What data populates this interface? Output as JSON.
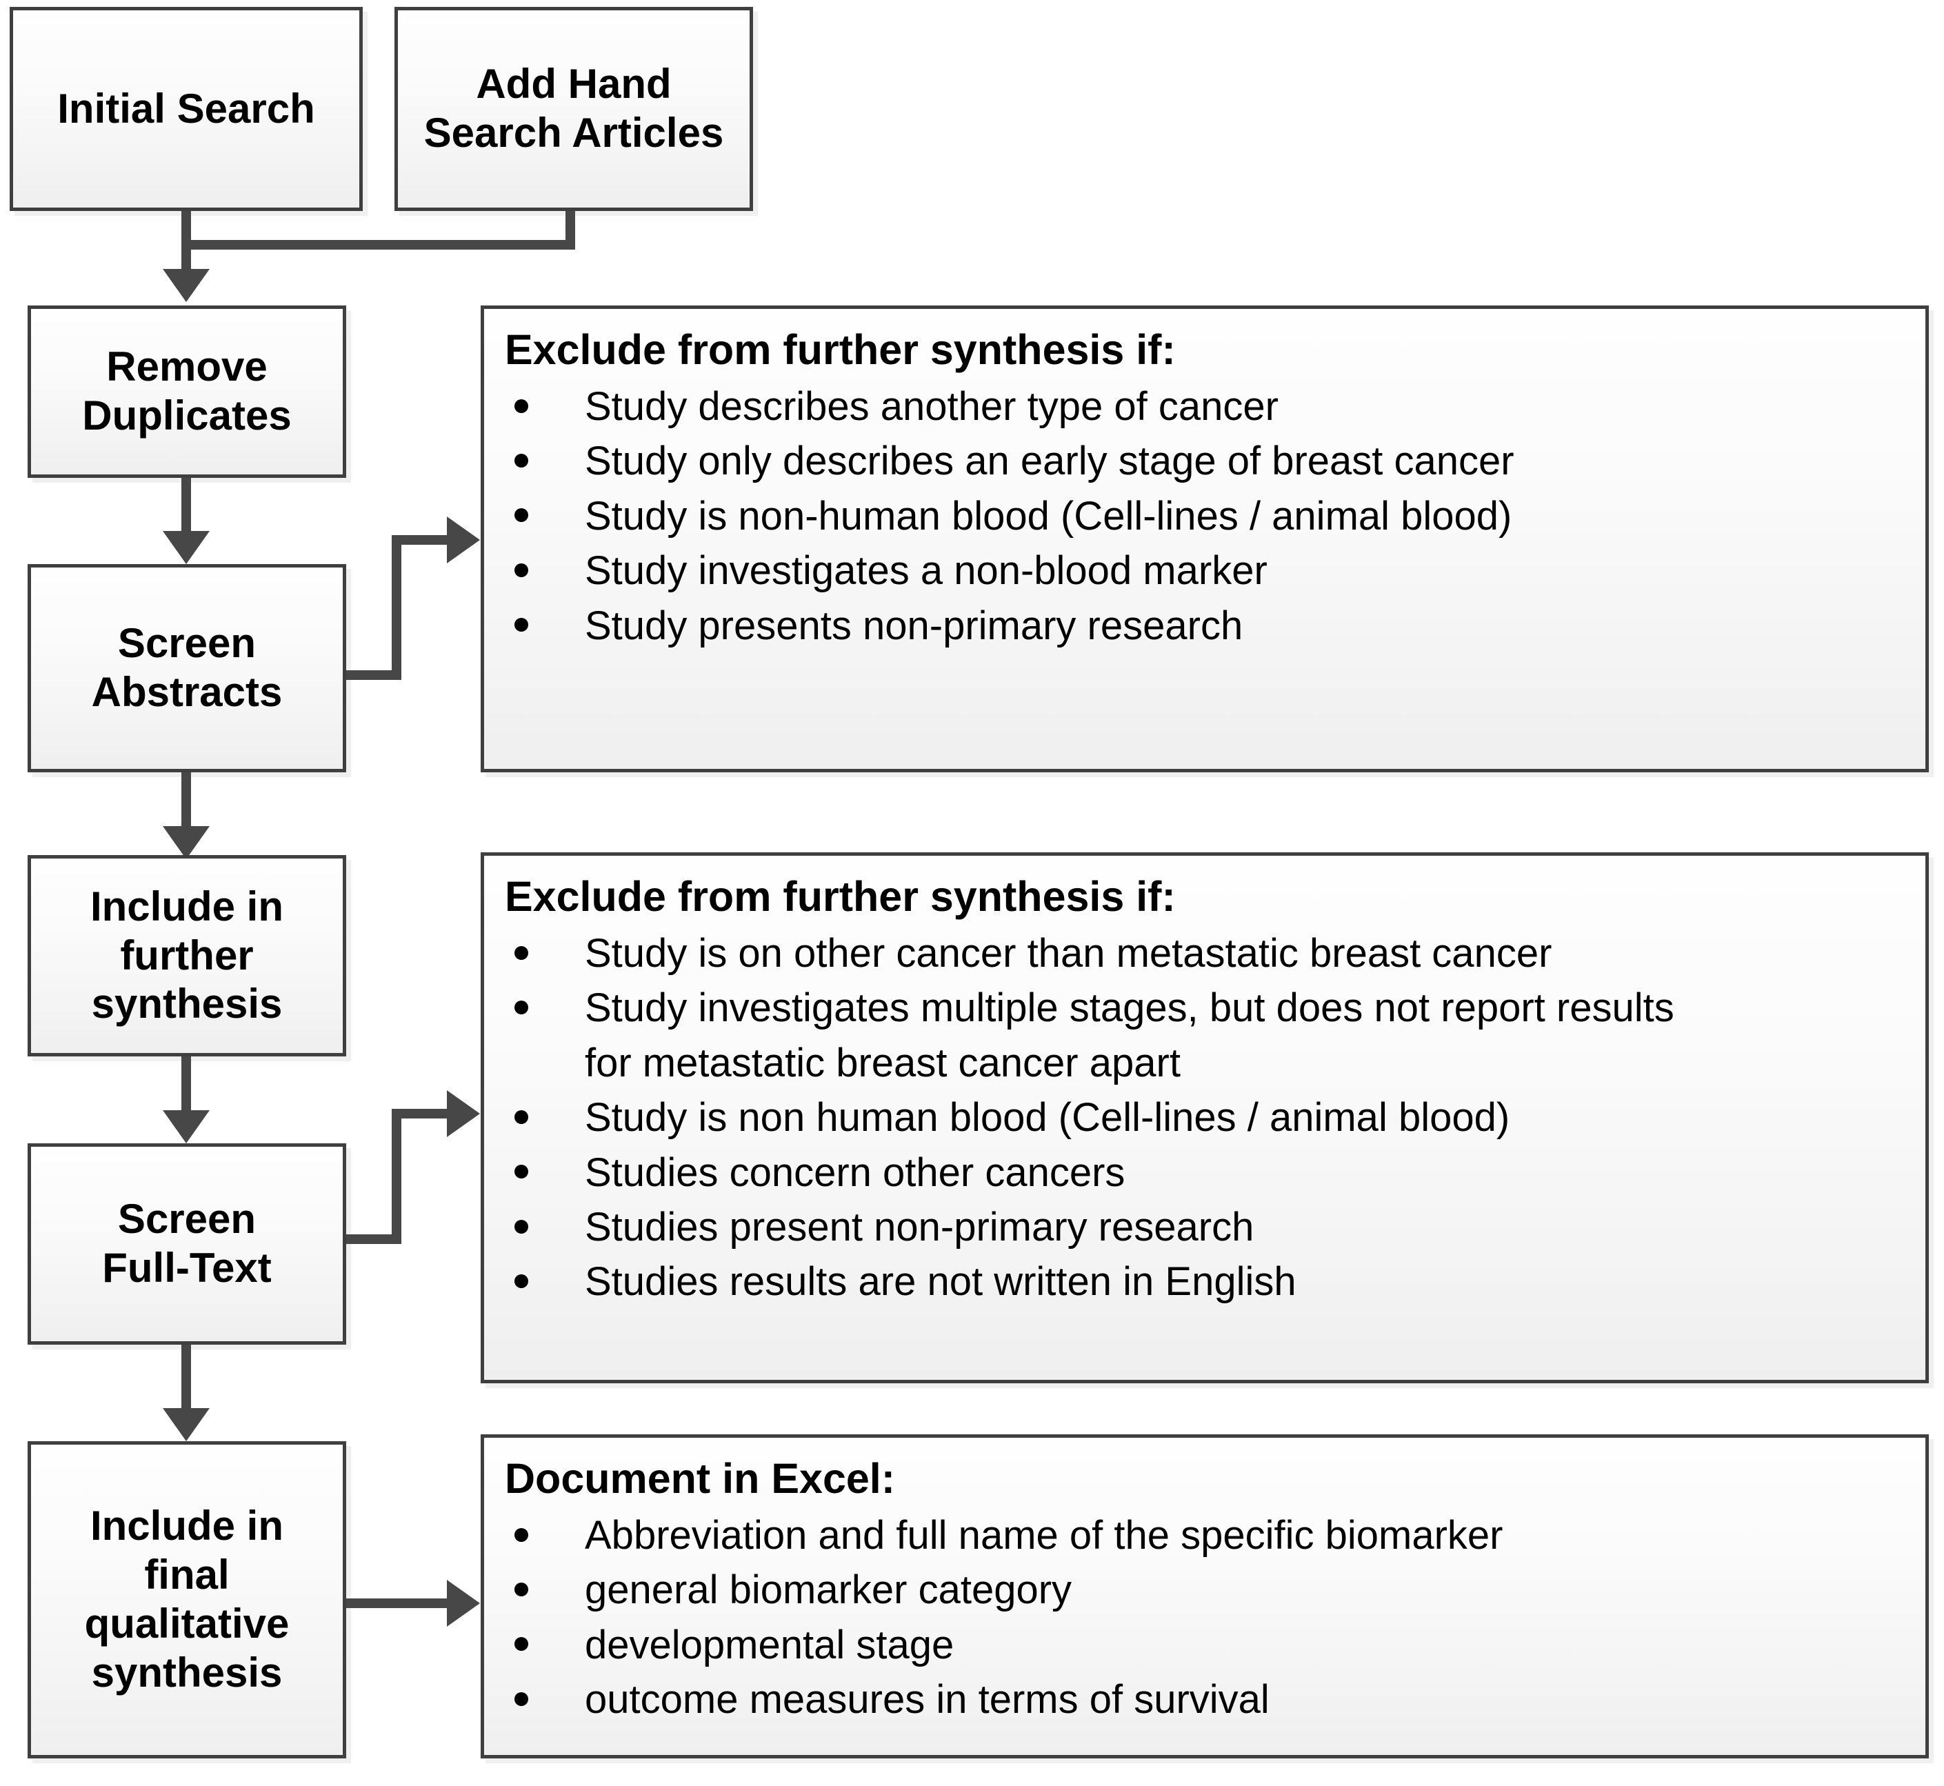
{
  "diagram": {
    "title": "Systematic review screening flowchart",
    "accent_color": "#474747",
    "box_border_color": "#3f3f3f",
    "box_fill_top": "#fefefe",
    "box_fill_bottom": "#efefef"
  },
  "process_nodes": [
    {
      "id": "initial-search",
      "label": "Initial Search"
    },
    {
      "id": "add-hand-search",
      "label": "Add Hand\nSearch Articles"
    },
    {
      "id": "remove-duplicates",
      "label": "Remove\nDuplicates"
    },
    {
      "id": "screen-abstracts",
      "label": "Screen\nAbstracts"
    },
    {
      "id": "include-further",
      "label": "Include in\nfurther\nsynthesis"
    },
    {
      "id": "screen-full-text",
      "label": "Screen\nFull-Text"
    },
    {
      "id": "include-final",
      "label": "Include in\nfinal\nqualitative\nsynthesis"
    }
  ],
  "panels": [
    {
      "id": "exclude-abstracts",
      "title": "Exclude from further synthesis if:",
      "items": [
        {
          "text": "Study describes another type of cancer",
          "continuation": false
        },
        {
          "text": "Study only describes an early stage of breast cancer",
          "continuation": false
        },
        {
          "text": "Study is non-human blood (Cell-lines / animal blood)",
          "continuation": false
        },
        {
          "text": "Study investigates a non-blood marker",
          "continuation": false
        },
        {
          "text": "Study presents non-primary research",
          "continuation": false
        }
      ]
    },
    {
      "id": "exclude-full-text",
      "title": "Exclude from further synthesis if:",
      "items": [
        {
          "text": "Study is on other cancer than metastatic breast cancer",
          "continuation": false
        },
        {
          "text": "Study investigates multiple stages, but does not report results",
          "continuation": false
        },
        {
          "text": "for metastatic breast cancer apart",
          "continuation": true
        },
        {
          "text": "Study is non human blood (Cell-lines / animal blood)",
          "continuation": false
        },
        {
          "text": "Studies concern other cancers",
          "continuation": false
        },
        {
          "text": "Studies present non-primary research",
          "continuation": false
        },
        {
          "text": "Studies results are not written in English",
          "continuation": false
        }
      ]
    },
    {
      "id": "document-excel",
      "title": "Document in Excel:",
      "items": [
        {
          "text": "Abbreviation and full name of the specific biomarker",
          "continuation": false
        },
        {
          "text": "general biomarker category",
          "continuation": false
        },
        {
          "text": "developmental stage",
          "continuation": false
        },
        {
          "text": "outcome measures in terms of survival",
          "continuation": false
        }
      ]
    }
  ]
}
